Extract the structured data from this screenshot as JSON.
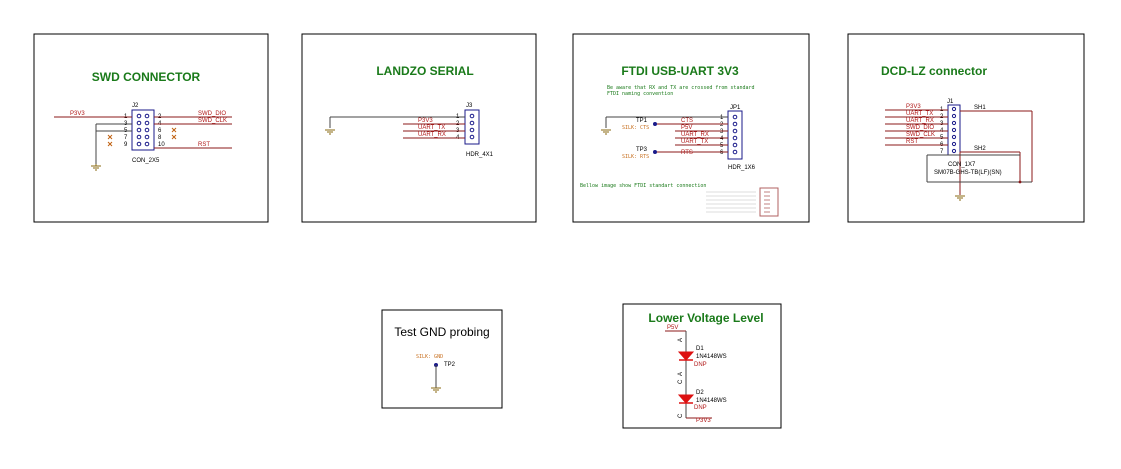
{
  "panels": {
    "swd": {
      "title": "SWD CONNECTOR",
      "ref": "J2",
      "part": "CON_2X5",
      "nets": [
        "P3V3",
        "SWD_DIO",
        "SWD_CLK",
        "RST"
      ],
      "pins_left": [
        "1",
        "3",
        "5",
        "7",
        "9"
      ],
      "pins_right": [
        "2",
        "4",
        "6",
        "8",
        "10"
      ]
    },
    "landzo": {
      "title": "LANDZO SERIAL",
      "ref": "J3",
      "part": "HDR_4X1",
      "nets": [
        "P3V3",
        "UART_TX",
        "UART_RX"
      ],
      "pins": [
        "1",
        "2",
        "3",
        "4"
      ]
    },
    "ftdi": {
      "title": "FTDI USB-UART 3V3",
      "note1": "Be aware that RX and TX are crossed from standard",
      "note2": "FTDI naming convention",
      "ref": "JP1",
      "part": "HDR_1X6",
      "tp1": "TP1",
      "tp1_silk": "SILK: CTS",
      "tp3": "TP3",
      "tp3_silk": "SILK: RTS",
      "nets": [
        "CTS",
        "P5V",
        "UART_RX",
        "UART_TX",
        "RTS"
      ],
      "pins": [
        "1",
        "2",
        "3",
        "4",
        "5",
        "6"
      ],
      "footer": "Bellow image show  FTDI standart connection"
    },
    "dcd": {
      "title": "DCD-LZ connector",
      "ref": "J1",
      "part": "CON_1X7",
      "part2": "SM07B-GHS-TB(LF)(SN)",
      "sh1": "SH1",
      "sh2": "SH2",
      "nets": [
        "P3V3",
        "UART_TX",
        "UART_RX",
        "SWD_DIO",
        "SWD_CLK",
        "RST"
      ],
      "pins": [
        "1",
        "2",
        "3",
        "4",
        "5",
        "6",
        "7"
      ]
    },
    "gnd_probe": {
      "title": "Test GND probing",
      "silk": "SILK: GND",
      "tp": "TP2"
    },
    "lower_voltage": {
      "title": "Lower Voltage Level",
      "net_top": "P5V",
      "net_bottom": "P3V3",
      "d1": "D1",
      "d1_part": "1N4148WS",
      "d1_dnp": "DNP",
      "d2": "D2",
      "d2_part": "1N4148WS",
      "d2_dnp": "DNP",
      "a1": "A",
      "c1": "C",
      "a2": "A",
      "c2": "C"
    }
  },
  "colors": {
    "title": "#1a7a1a",
    "net": "#b01818",
    "component": "#1a1a8a",
    "diode": "#dd1111",
    "silk": "#c87020"
  }
}
